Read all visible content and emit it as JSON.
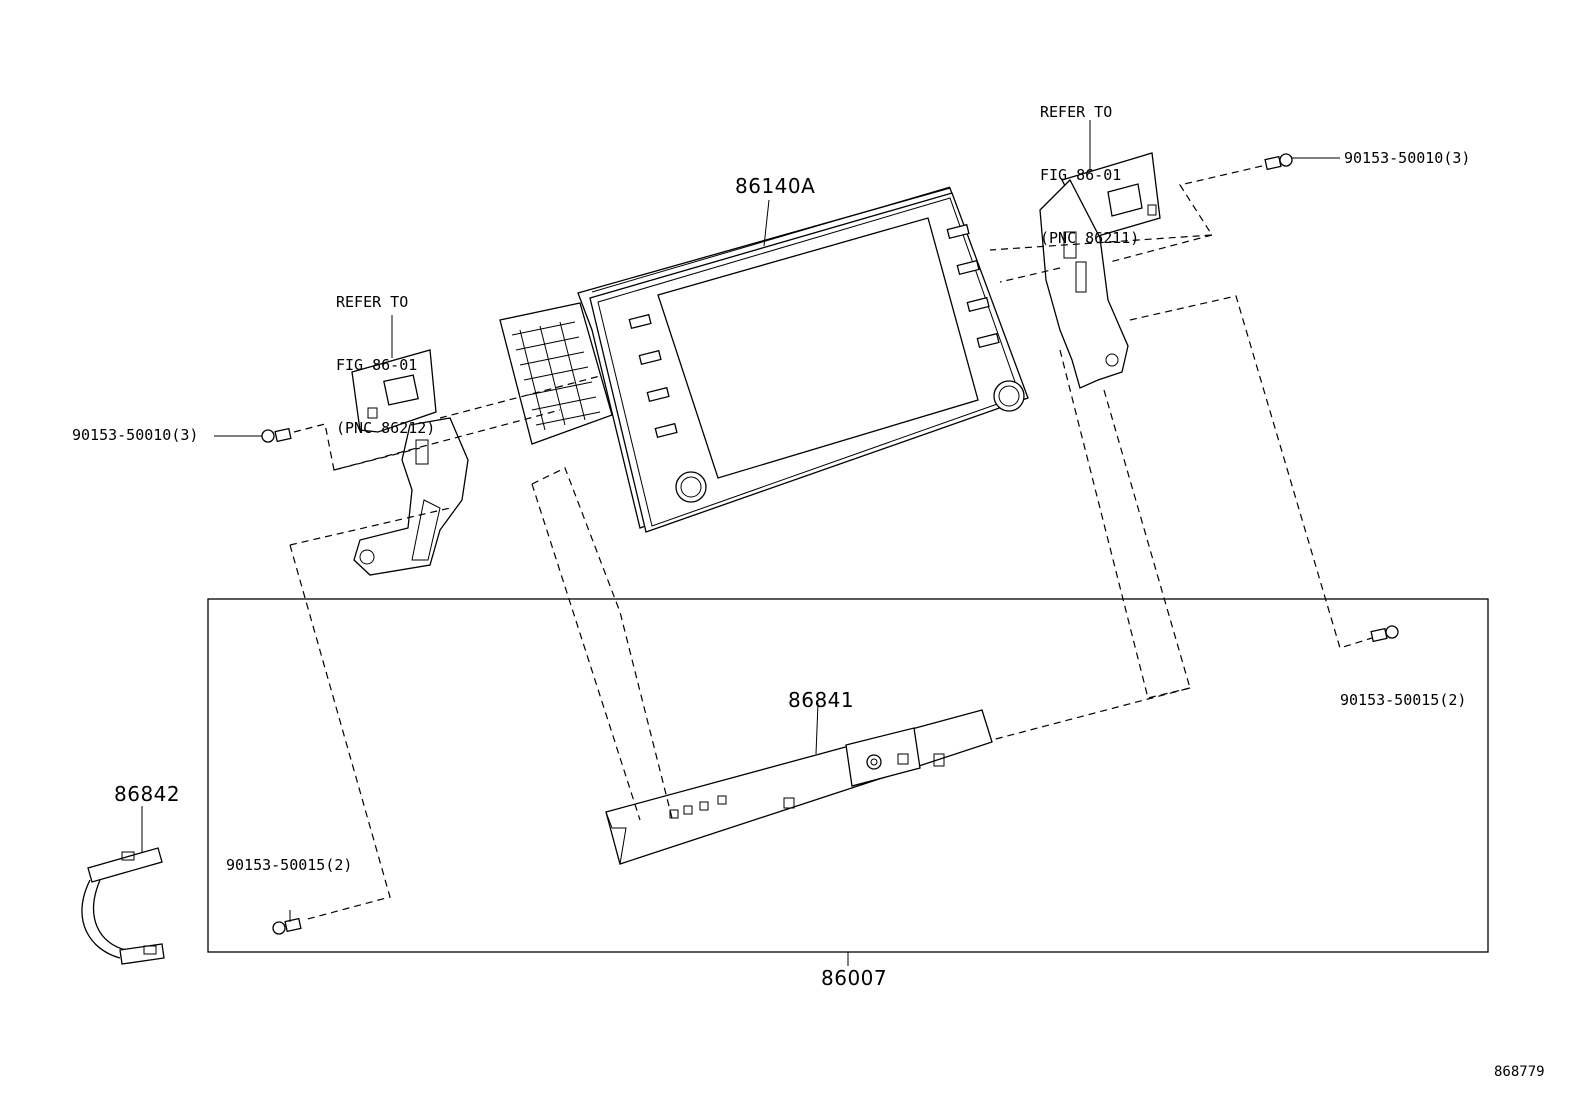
{
  "labels": {
    "display_unit": "86140A",
    "bracket_left_ref": [
      "REFER TO",
      "FIG 86-01",
      "(PNC 86212)"
    ],
    "bracket_right_ref": [
      "REFER TO",
      "FIG 86-01",
      "(PNC 86211)"
    ],
    "screw_left_upper": "90153-50010(3)",
    "screw_right_upper": "90153-50010(3)",
    "screw_left_lower": "90153-50015(2)",
    "screw_right_lower": "90153-50015(2)",
    "bracket_bottom": "86841",
    "wire_harness": "86842",
    "kit_box": "86007",
    "figure_id": "868779"
  }
}
